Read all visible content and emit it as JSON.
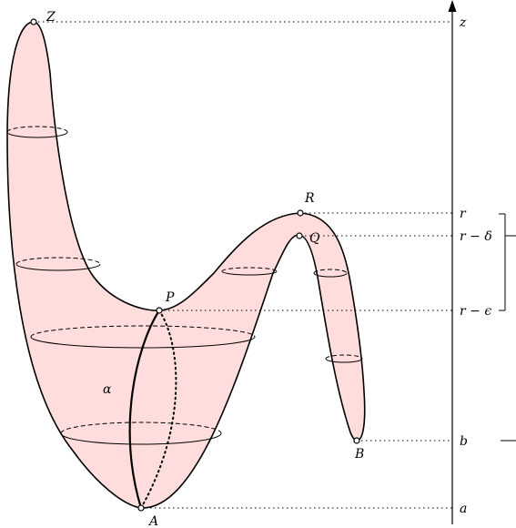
{
  "points": {
    "Z": "Z",
    "R": "R",
    "Q": "Q",
    "P": "P",
    "A": "A",
    "B": "B"
  },
  "curve_label": "α",
  "axis": {
    "z": "z",
    "r": "r",
    "r_minus_delta": "r − δ",
    "r_minus_epsilon": "r − ϵ",
    "b": "b",
    "a": "a"
  },
  "colors": {
    "surface_fill": "#ffdddd",
    "stroke": "#000000"
  }
}
